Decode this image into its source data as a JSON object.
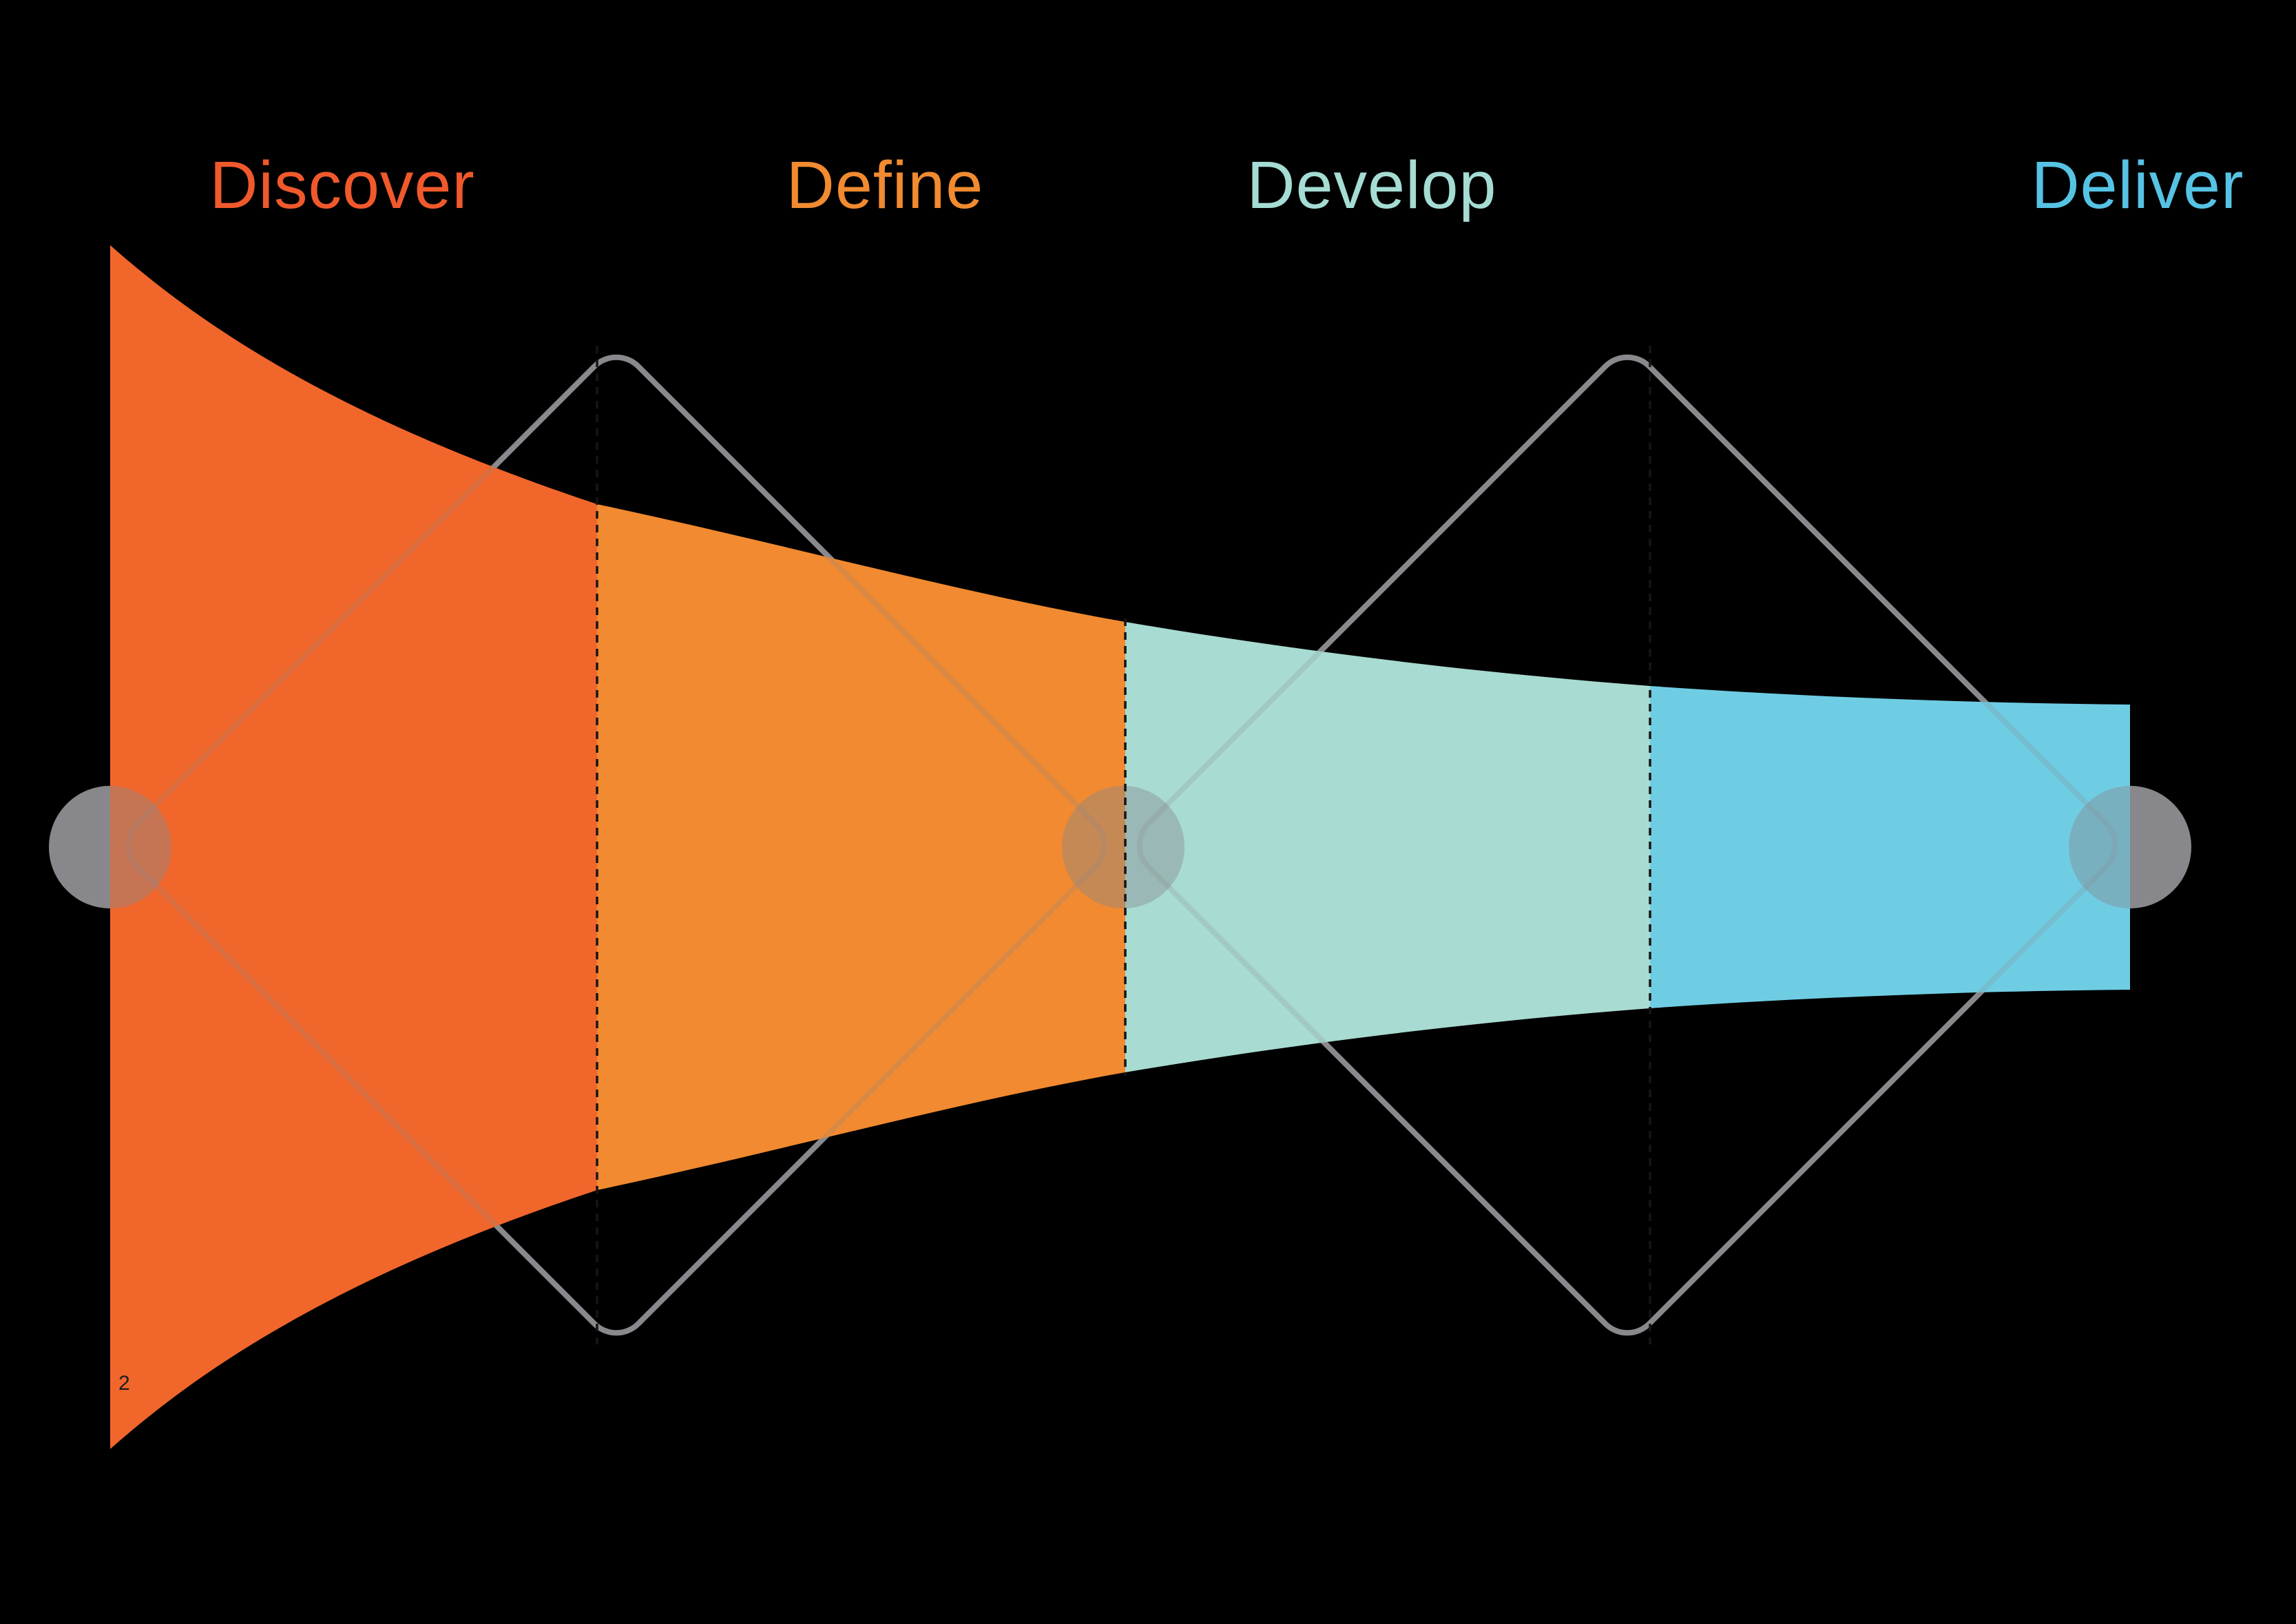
{
  "page": {
    "background": "#000000",
    "page_number": "2"
  },
  "phases": [
    {
      "id": "discover",
      "label": "Discover",
      "label_color": "#F0592C",
      "fill": "#F1662B"
    },
    {
      "id": "define",
      "label": "Define",
      "label_color": "#F18A30",
      "fill": "#F18A30"
    },
    {
      "id": "develop",
      "label": "Develop",
      "label_color": "#A5DCD3",
      "fill": "#A8DBD2"
    },
    {
      "id": "deliver",
      "label": "Deliver",
      "label_color": "#56C3E4",
      "fill": "#6FCDE3"
    }
  ],
  "diagram": {
    "type": "double-diamond-process",
    "diamond_stroke_color": "#8A8A8E",
    "node_circle_color": "#88888C",
    "divider_color": "#151515",
    "page_number_color": "#1E1E1E"
  }
}
